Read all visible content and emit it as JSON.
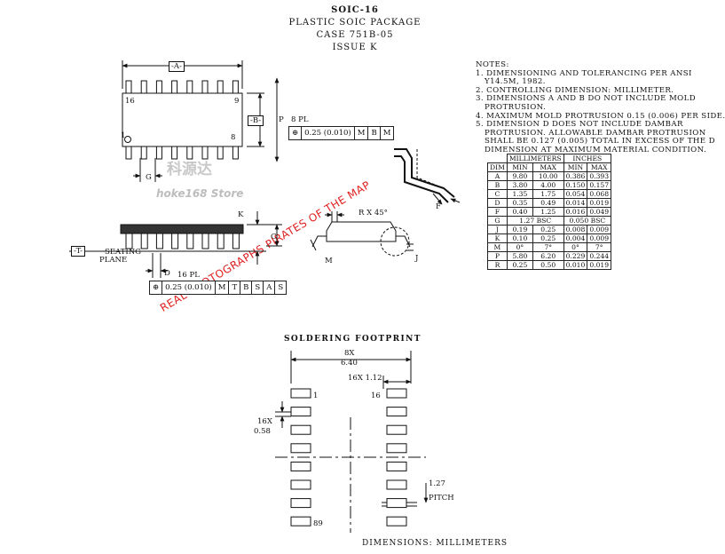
{
  "header": {
    "line1": "SOIC-16",
    "line2": "PLASTIC SOIC PACKAGE",
    "line3": "CASE 751B-05",
    "line4": "ISSUE K"
  },
  "notes": {
    "title": "NOTES:",
    "items": [
      "1. DIMENSIONING AND TOLERANCING PER ANSI",
      "    Y14.5M, 1982.",
      "2. CONTROLLING DIMENSION: MILLIMETER.",
      "3. DIMENSIONS A AND B DO NOT INCLUDE MOLD",
      "    PROTRUSION.",
      "4. MAXIMUM MOLD PROTRUSION 0.15 (0.006) PER SIDE.",
      "5. DIMENSION D DOES NOT INCLUDE DAMBAR",
      "    PROTRUSION. ALLOWABLE DAMBAR PROTRUSION",
      "    SHALL BE 0.127 (0.005) TOTAL IN EXCESS OF THE D",
      "    DIMENSION AT MAXIMUM MATERIAL CONDITION."
    ]
  },
  "table": {
    "group_mm": "MILLIMETERS",
    "group_in": "INCHES",
    "dim": "DIM",
    "min": "MIN",
    "max": "MAX",
    "rows": [
      [
        "A",
        "9.80",
        "10.00",
        "0.386",
        "0.393"
      ],
      [
        "B",
        "3.80",
        "4.00",
        "0.150",
        "0.157"
      ],
      [
        "C",
        "1.35",
        "1.75",
        "0.054",
        "0.068"
      ],
      [
        "D",
        "0.35",
        "0.49",
        "0.014",
        "0.019"
      ],
      [
        "F",
        "0.40",
        "1.25",
        "0.016",
        "0.049"
      ],
      [
        "G",
        "1.27 BSC",
        "",
        "0.050 BSC",
        ""
      ],
      [
        "J",
        "0.19",
        "0.25",
        "0.008",
        "0.009"
      ],
      [
        "K",
        "0.10",
        "0.25",
        "0.004",
        "0.009"
      ],
      [
        "M",
        "0°",
        "7°",
        "0°",
        "7°"
      ],
      [
        "P",
        "5.80",
        "6.20",
        "0.229",
        "0.244"
      ],
      [
        "R",
        "0.25",
        "0.50",
        "0.010",
        "0.019"
      ]
    ]
  },
  "labels": {
    "a": "-A-",
    "b": "-B-",
    "t": "-T-",
    "pin16": "16",
    "pin9": "9",
    "pin1": "1",
    "pin8": "8",
    "g": "G",
    "p": "P",
    "p8pl": "8 PL",
    "k": "K",
    "c": "C",
    "seating1": "SEATING",
    "seating2": "PLANE",
    "d": "D",
    "d16pl": "16 PL",
    "m": "M",
    "rx45": "R X 45°",
    "j": "J",
    "f": "F"
  },
  "fcf_top": [
    "⊕",
    "0.25 (0.010)",
    "M",
    "B",
    "M"
  ],
  "fcf_bot": [
    "⊕",
    "0.25 (0.010)",
    "M",
    "T",
    "B",
    "S",
    "A",
    "S"
  ],
  "watermark": {
    "store_cn": "科源达",
    "store": "hoke168 Store",
    "claim": "REAL PHOTOGRAPHS PIRATES OF THE MAP"
  },
  "footprint": {
    "title": "SOLDERING FOOTPRINT",
    "x8": "8X",
    "w640": "6.40",
    "x16": "16X 1.12",
    "pin16": "16",
    "pin1": "1",
    "pin89": "89",
    "x16b": "16X",
    "w058": "0.58",
    "pitch1": "1.27",
    "pitch2": "PITCH",
    "units": "DIMENSIONS: MILLIMETERS"
  }
}
